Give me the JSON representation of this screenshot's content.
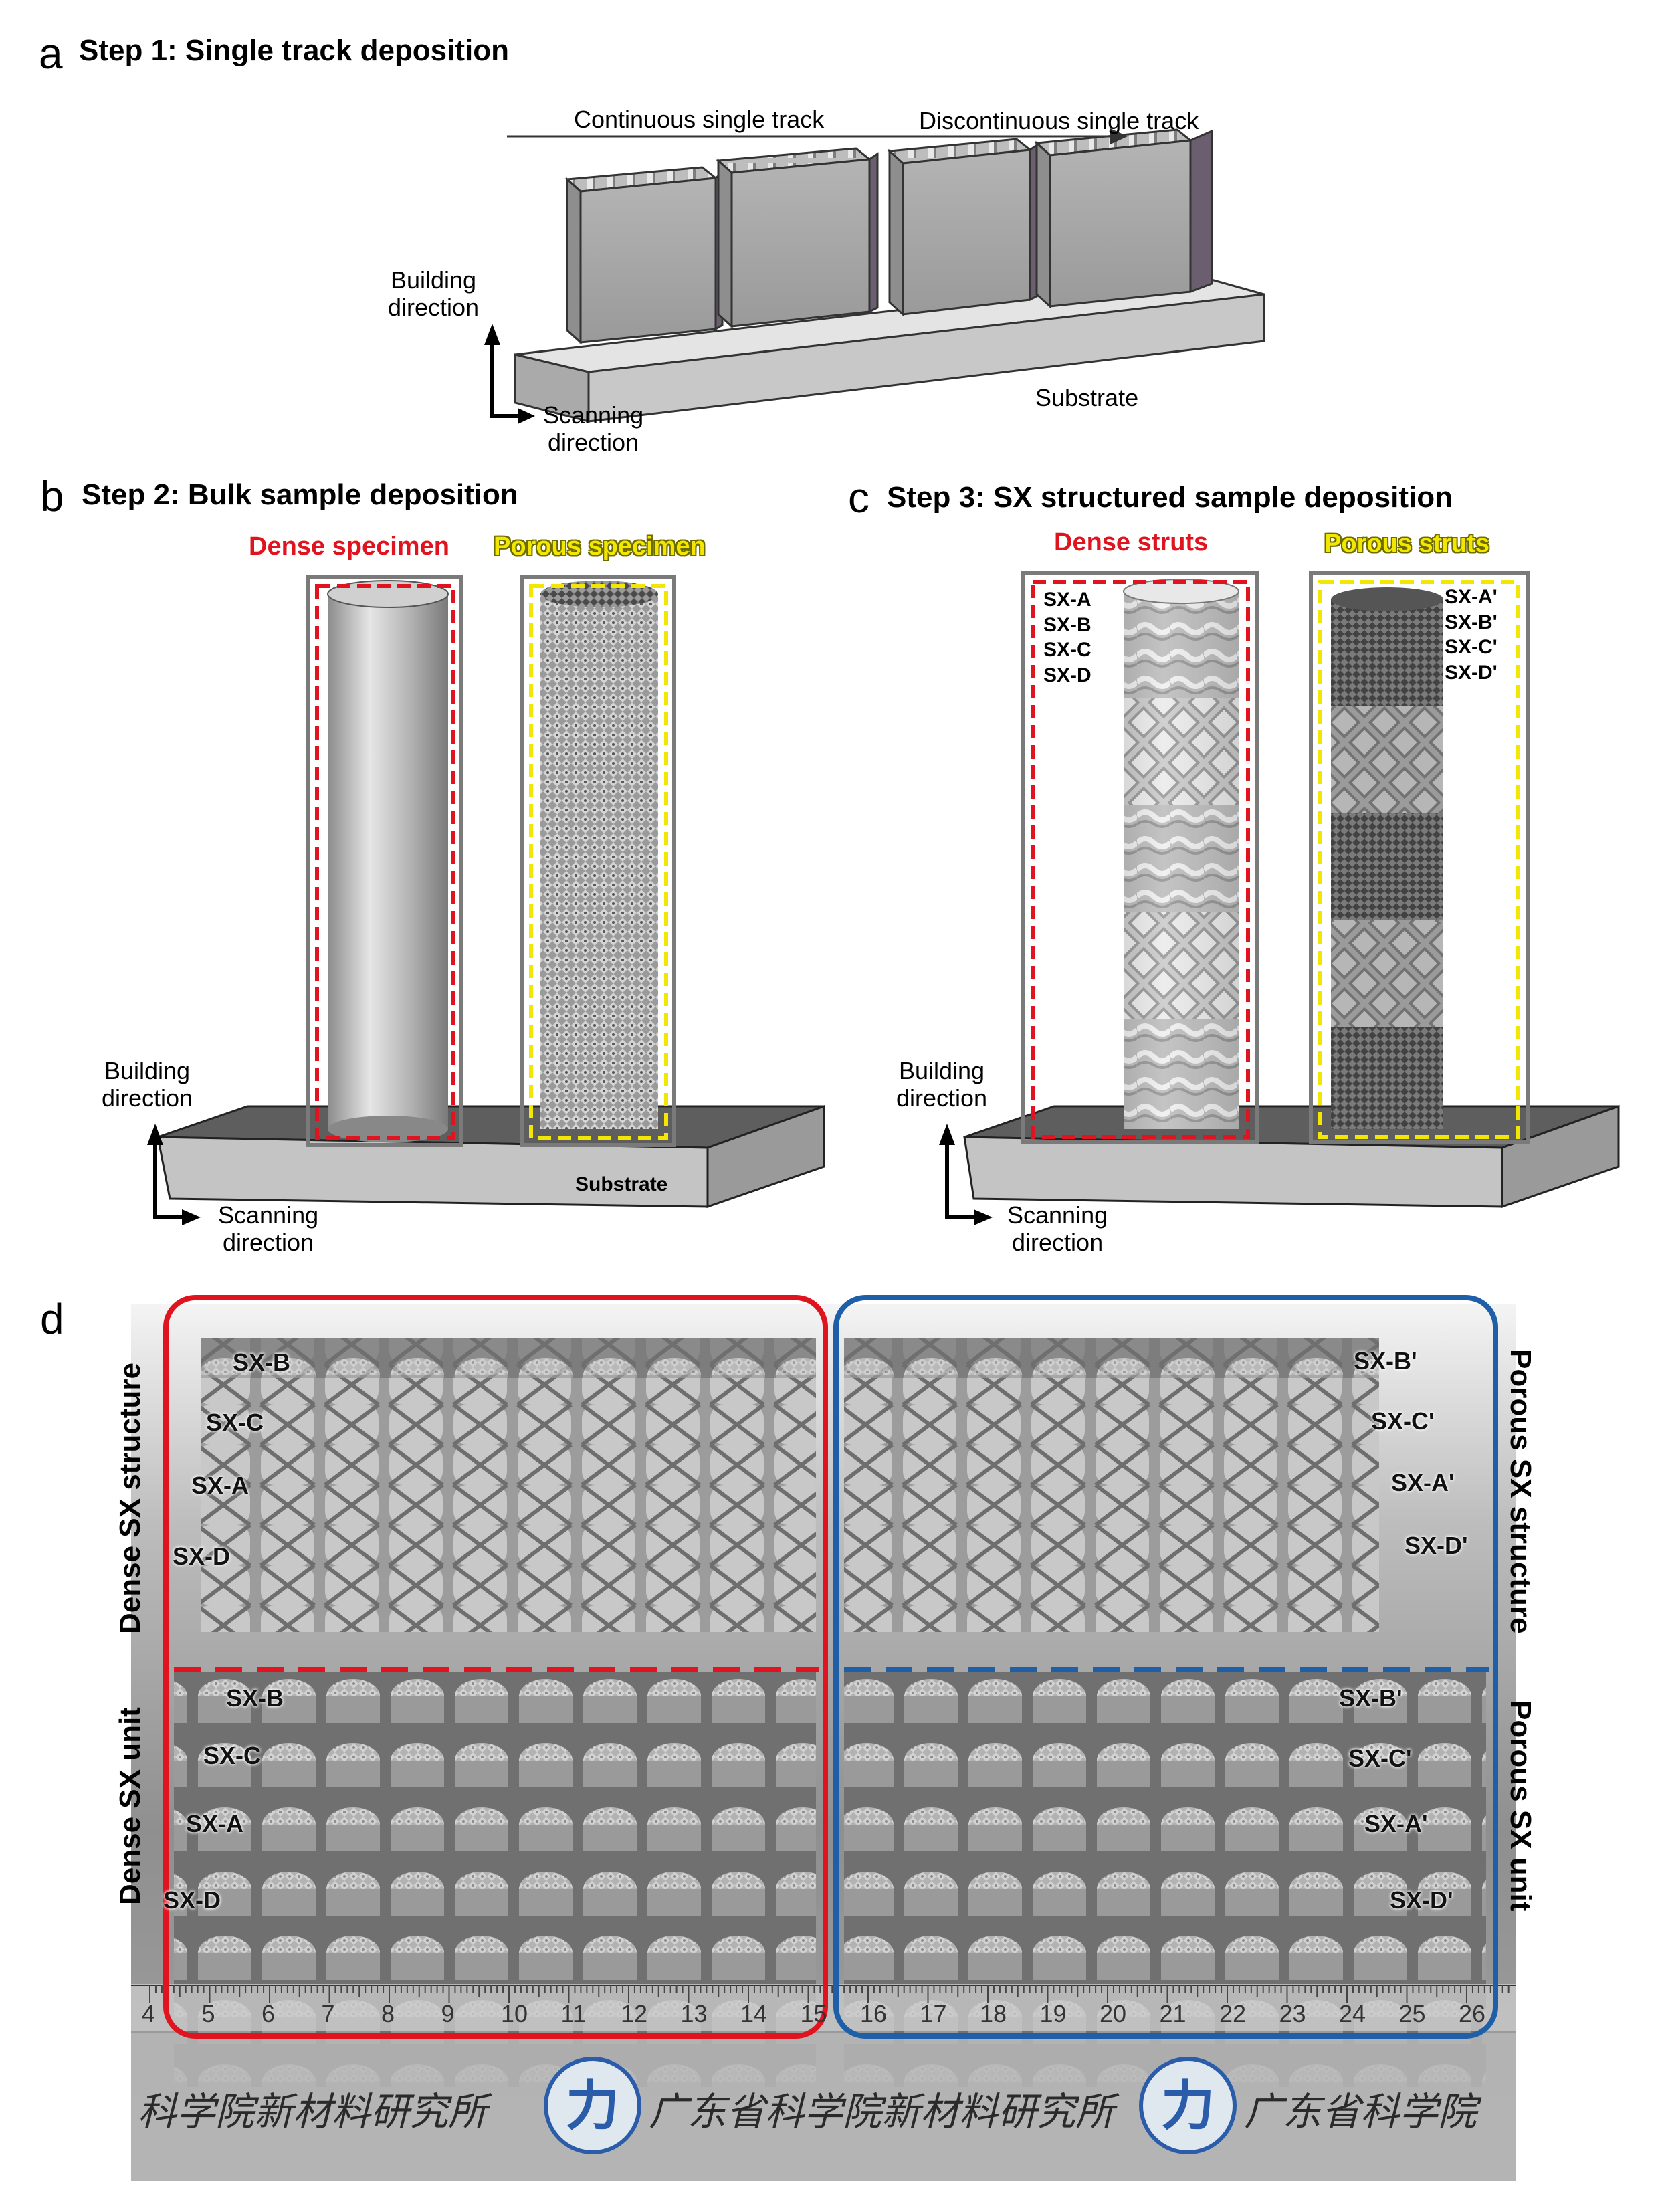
{
  "panel_a": {
    "letter": "a",
    "title": "Step 1: Single track deposition",
    "arrow_label_left": "Continuous single track",
    "arrow_label_right": "Discontinuous single track",
    "building_direction": "Building\ndirection",
    "scanning_direction": "Scanning\ndirection",
    "substrate": "Substrate"
  },
  "panel_b": {
    "letter": "b",
    "title": "Step 2: Bulk sample deposition",
    "dense_label": "Dense specimen",
    "porous_label": "Porous specimen",
    "building_direction": "Building\ndirection",
    "scanning_direction": "Scanning\ndirection",
    "substrate": "Substrate"
  },
  "panel_c": {
    "letter": "c",
    "title": "Step 3: SX structured sample deposition",
    "dense_label": "Dense struts",
    "porous_label": "Porous struts",
    "dense_list": [
      "SX-A",
      "SX-B",
      "SX-C",
      "SX-D"
    ],
    "porous_list": [
      "SX-A'",
      "SX-B'",
      "SX-C'",
      "SX-D'"
    ],
    "building_direction": "Building\ndirection",
    "scanning_direction": "Scanning\ndirection"
  },
  "panel_d": {
    "letter": "d",
    "left_structure_rows": [
      "SX-B",
      "SX-C",
      "SX-A",
      "SX-D"
    ],
    "left_unit_rows": [
      "SX-B",
      "SX-C",
      "SX-A",
      "SX-D"
    ],
    "right_structure_rows": [
      "SX-B'",
      "SX-C'",
      "SX-A'",
      "SX-D'"
    ],
    "right_unit_rows": [
      "SX-B'",
      "SX-C'",
      "SX-A'",
      "SX-D'"
    ],
    "left_structure_side": "Dense SX structure",
    "left_unit_side": "Dense SX unit",
    "right_structure_side": "Porous SX structure",
    "right_unit_side": "Porous SX unit",
    "ruler_numbers": [
      "4",
      "5",
      "6",
      "7",
      "8",
      "9",
      "10",
      "11",
      "12",
      "13",
      "14",
      "15",
      "16",
      "17",
      "18",
      "19",
      "20",
      "21",
      "22",
      "23",
      "24",
      "25",
      "26"
    ],
    "chinese_text_1": "科学院新材料研究所",
    "chinese_text_2": "广东省科学院新材料研究所",
    "chinese_text_3": "广东省科学院"
  },
  "colors": {
    "red": "#e0141e",
    "yellow": "#f3e600",
    "blue": "#1f5fa8",
    "steel": "#a8a8a8"
  }
}
